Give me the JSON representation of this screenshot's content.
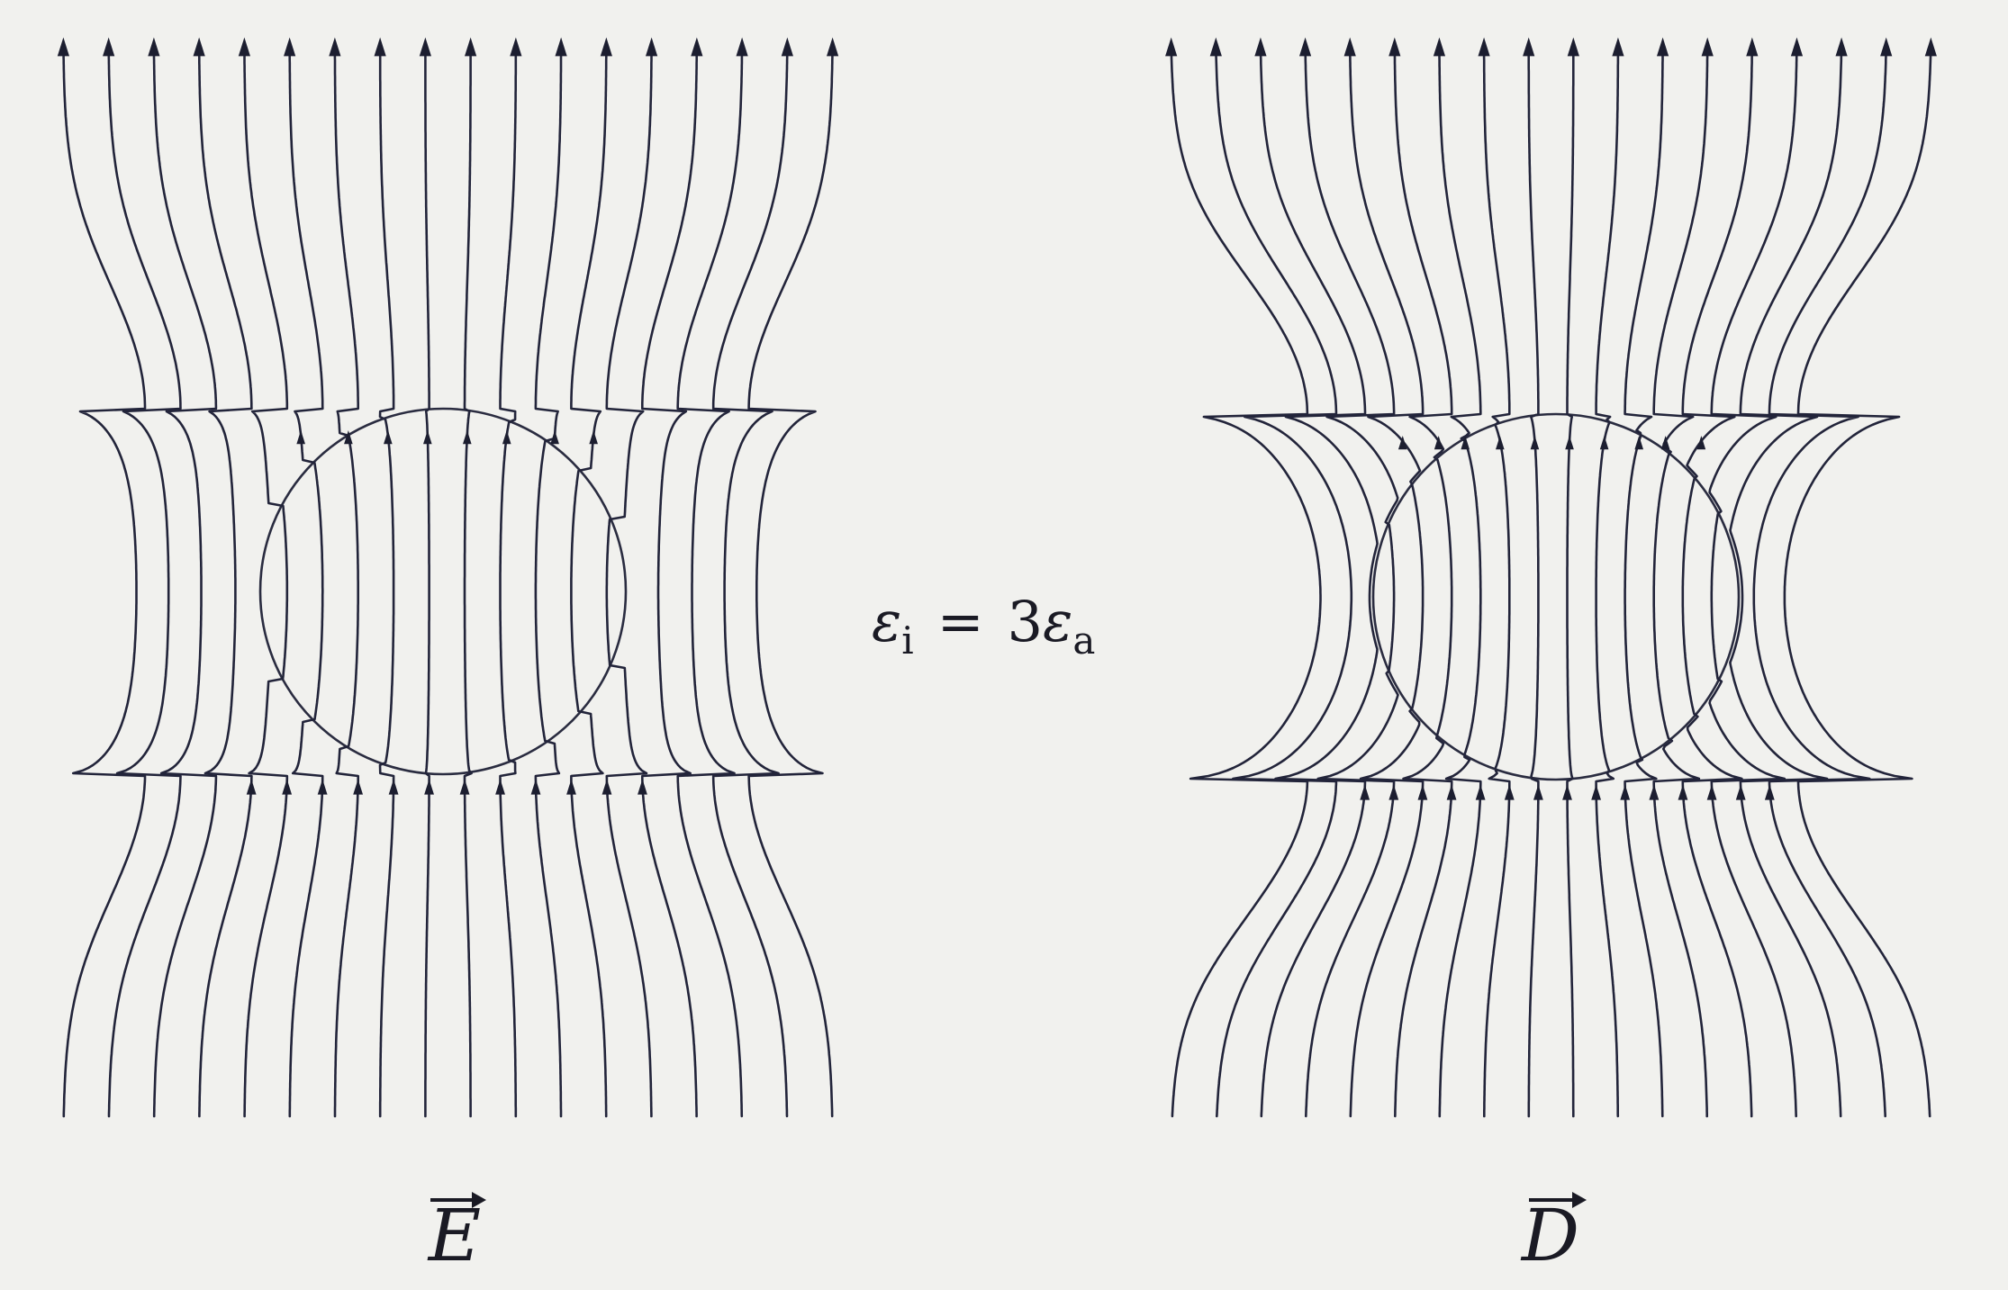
{
  "diagram": {
    "relation": {
      "eps_i": "ε",
      "sub_i": "i",
      "equals": "=",
      "coef": "3",
      "eps_a": "ε",
      "sub_a": "a"
    },
    "panels": [
      {
        "id": "E",
        "label": "E",
        "field": "electric-field",
        "line_count": 18,
        "pinch": 0.5,
        "density_inside": "lower"
      },
      {
        "id": "D",
        "label": "D",
        "field": "displacement-field",
        "line_count": 18,
        "pinch": 1.0,
        "density_inside": "higher"
      }
    ],
    "colors": {
      "background": "#f1f1ee",
      "lines": "#22243a"
    },
    "icons": [
      "up-arrow-icon",
      "vector-arrow-icon"
    ]
  }
}
